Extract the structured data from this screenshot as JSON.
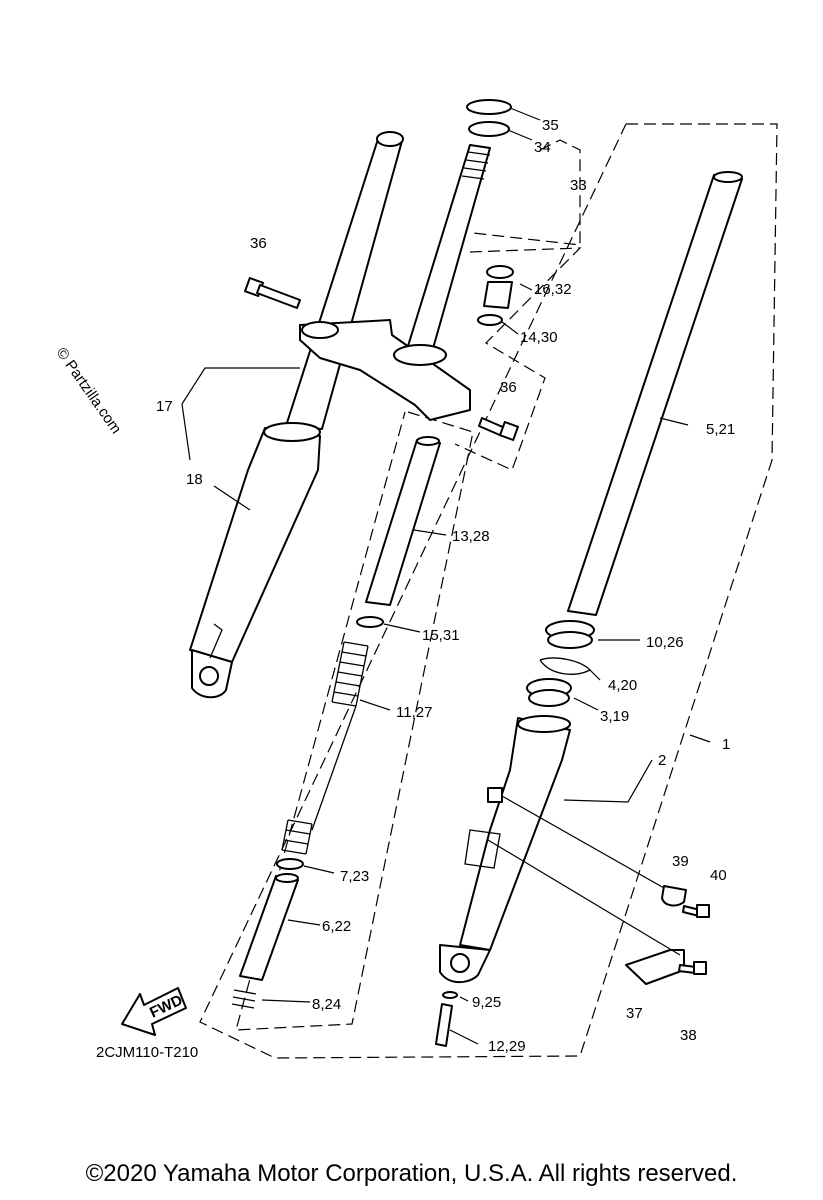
{
  "diagram": {
    "code": "2CJM110-T210",
    "watermark": "© Partzilla.com",
    "fwd_label": "FWD",
    "copyright": "©2020 Yamaha Motor Corporation, U.S.A. All rights reserved.",
    "labels": {
      "p35": "35",
      "p34": "34",
      "p33": "33",
      "p36a": "36",
      "p16_32": "16,32",
      "p14_30": "14,30",
      "p36b": "36",
      "p17": "17",
      "p18": "18",
      "p5_21": "5,21",
      "p13_28": "13,28",
      "p15_31": "15,31",
      "p10_26": "10,26",
      "p4_20": "4,20",
      "p3_19": "3,19",
      "p11_27": "11,27",
      "p2": "2",
      "p1": "1",
      "p39": "39",
      "p40": "40",
      "p7_23": "7,23",
      "p6_22": "6,22",
      "p8_24": "8,24",
      "p9_25": "9,25",
      "p37": "37",
      "p38": "38",
      "p12_29": "12,29"
    }
  }
}
